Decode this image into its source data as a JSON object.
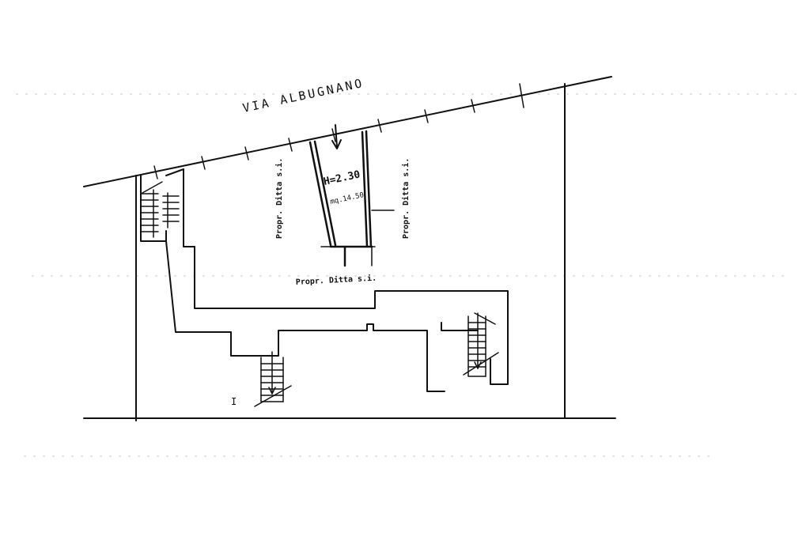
{
  "street_label": "VIA ALBUGNANO",
  "height_label": "H=2.30",
  "area_label": "mq.14.50",
  "owner_left": "Propr. Ditta s.i.",
  "owner_right": "Propr. Ditta s.i.",
  "owner_bottom": "Propr. Ditta s.i.",
  "entrance_mark": "I",
  "colors": {
    "ink": "#111111",
    "faint": "#b5b5b5"
  }
}
